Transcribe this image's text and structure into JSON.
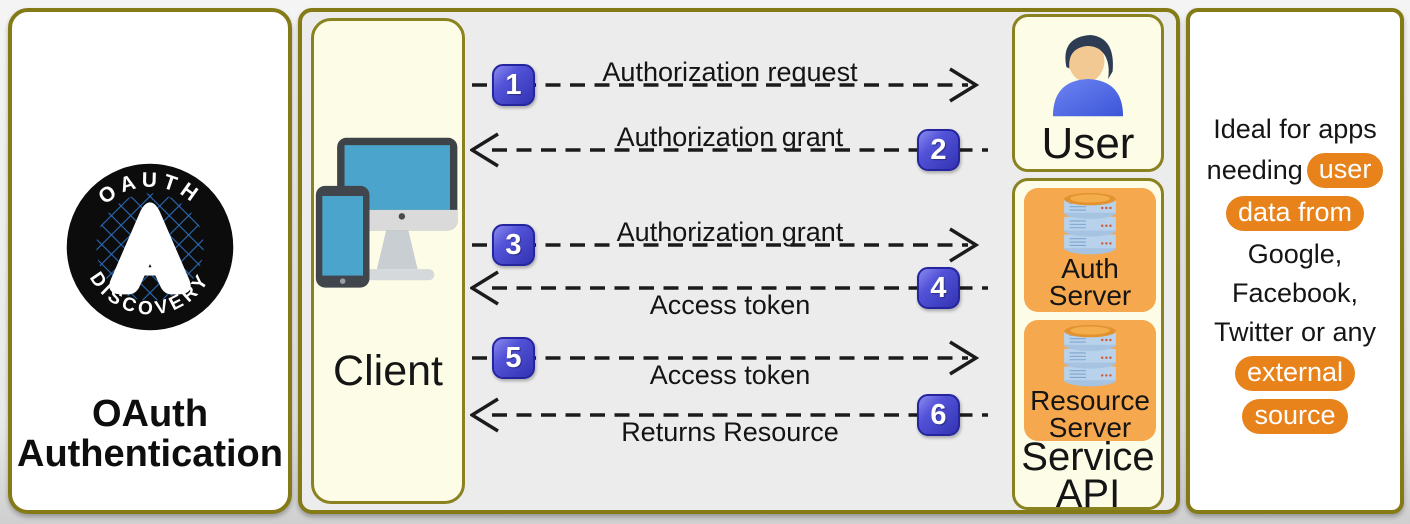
{
  "colors": {
    "border_olive": "#857B16",
    "panel_yellow": "#FDFDE7",
    "panel_gray": "#ECECEC",
    "badge_blue": "#4242C6",
    "accent_orange": "#E8821B",
    "server_orange": "#F5A84E",
    "screen_blue": "#4BA4CC"
  },
  "title_panel": {
    "logo": {
      "top_text": "OAUTH",
      "bottom_text": "DISCOVERY",
      "letter": "A"
    },
    "title": "OAuth Authentication"
  },
  "actors": {
    "client": {
      "label": "Client"
    },
    "user": {
      "label": "User"
    },
    "service_api": {
      "auth_server": "Auth Server",
      "resource_server": "Resource Server",
      "label_line1": "Service",
      "label_line2": "API"
    }
  },
  "flows": [
    {
      "number": "1",
      "label": "Authorization request",
      "direction": "right",
      "label_position": "above"
    },
    {
      "number": "2",
      "label": "Authorization grant",
      "direction": "left",
      "label_position": "above"
    },
    {
      "number": "3",
      "label": "Authorization grant",
      "direction": "right",
      "label_position": "above"
    },
    {
      "number": "4",
      "label": "Access token",
      "direction": "left",
      "label_position": "below"
    },
    {
      "number": "5",
      "label": "Access token",
      "direction": "right",
      "label_position": "below"
    },
    {
      "number": "6",
      "label": "Returns Resource",
      "direction": "left",
      "label_position": "below"
    }
  ],
  "info_panel": {
    "line1": "Ideal for apps",
    "line2_plain": "needing",
    "line2_pill": "user",
    "line3_pill": "data from",
    "line4": "Google,",
    "line5": "Facebook,",
    "line6": "Twitter or any",
    "line7_pill": "external",
    "line8_pill": "source"
  }
}
